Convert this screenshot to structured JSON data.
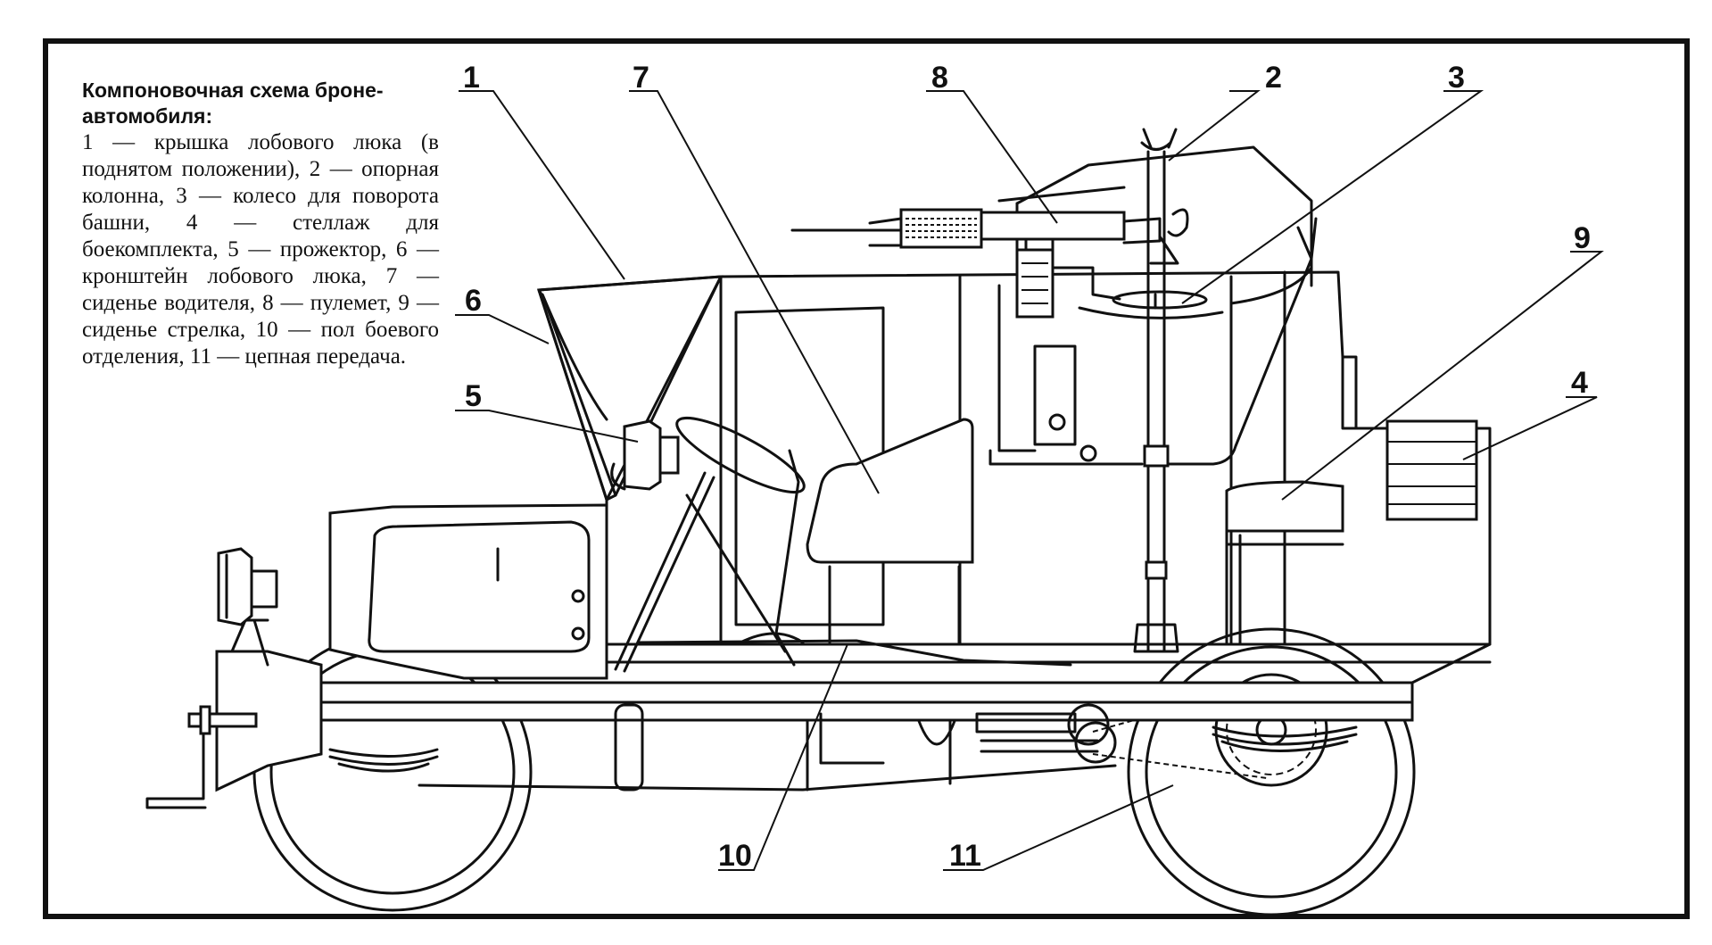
{
  "caption": {
    "title": "Компоновочная схема броне-автомобиля:",
    "body": "1 — крышка лобового люка (в поднятом положении), 2 — опорная колонна, 3 — колесо для поворота башни, 4 — стеллаж для боекомплекта, 5 — прожектор, 6 — кронштейн лобового люка, 7 — сиденье водителя, 8 — пулемет, 9 — сиденье стрелка, 10 — пол боевого отделения, 11 — цепная передача."
  },
  "callouts": {
    "c1": "1",
    "c2": "2",
    "c3": "3",
    "c4": "4",
    "c5": "5",
    "c6": "6",
    "c7": "7",
    "c8": "8",
    "c9": "9",
    "c10": "10",
    "c11": "11"
  }
}
